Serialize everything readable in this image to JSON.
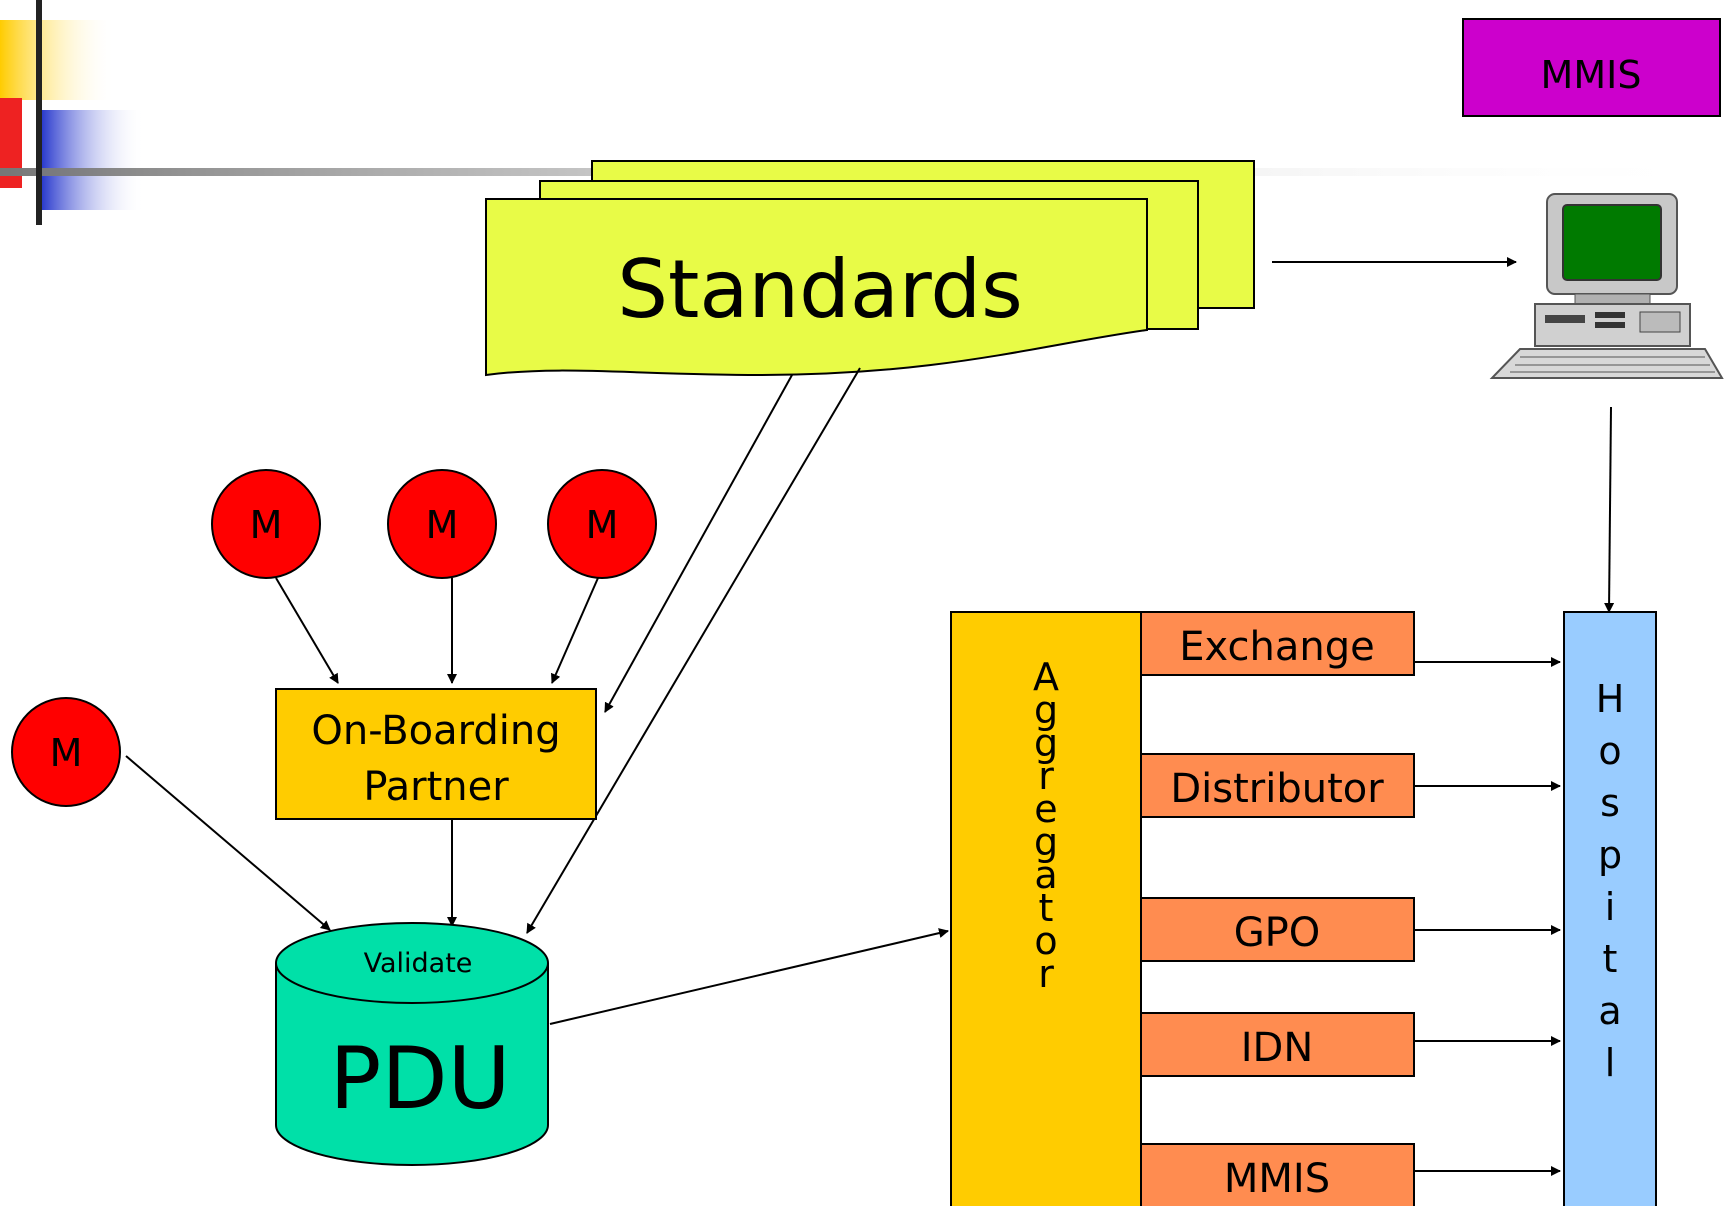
{
  "top_right_box": {
    "label": "MMIS"
  },
  "standards": {
    "label": "Standards"
  },
  "manufacturers": [
    {
      "label": "M"
    },
    {
      "label": "M"
    },
    {
      "label": "M"
    },
    {
      "label": "M"
    }
  ],
  "onboarding": {
    "line1": "On-Boarding",
    "line2": "Partner"
  },
  "pdu": {
    "top_label": "Validate",
    "label": "PDU"
  },
  "aggregator": {
    "letters": [
      "A",
      "g",
      "g",
      "r",
      "e",
      "g",
      "a",
      "t",
      "o",
      "r"
    ]
  },
  "channels": [
    {
      "label": "Exchange"
    },
    {
      "label": "Distributor"
    },
    {
      "label": "GPO"
    },
    {
      "label": "IDN"
    },
    {
      "label": "MMIS"
    }
  ],
  "hospital": {
    "letters": [
      "H",
      "o",
      "s",
      "p",
      "i",
      "t",
      "a",
      "l"
    ]
  },
  "colors": {
    "yellow_doc": "#e8fb47",
    "orange_box": "#ffcc00",
    "red_node": "#ff0000",
    "salmon_box": "#ff8c50",
    "teal_cyl": "#00e0a8",
    "blue_bar": "#99ccff",
    "purple_box": "#cc00cc",
    "computer_screen": "#007a00"
  },
  "icons": {
    "computer": "computer-icon"
  }
}
